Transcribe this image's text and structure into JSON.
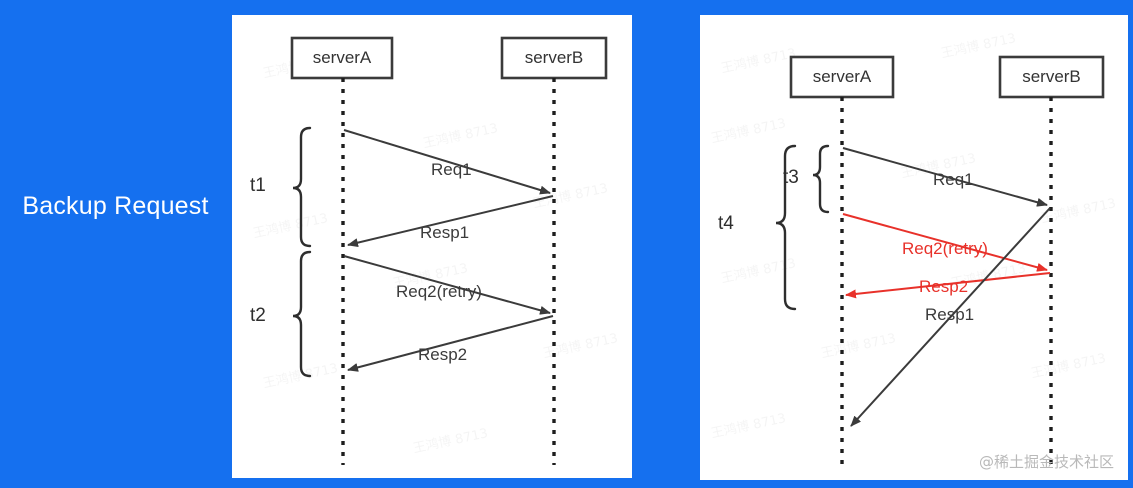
{
  "slide": {
    "title": "Backup Request",
    "background_color": "#1570EF",
    "panel_color": "#ffffff",
    "accent_red": "#e8312a",
    "line_color": "#3b3b3b"
  },
  "watermark": {
    "credit": "@稀土掘金技术社区",
    "tile_text": "王鸿博 8713"
  },
  "left_diagram": {
    "name": "normal-retry-sequence",
    "participants": [
      {
        "label": "serverA"
      },
      {
        "label": "serverB"
      }
    ],
    "time_brackets": [
      {
        "label": "t1"
      },
      {
        "label": "t2"
      }
    ],
    "messages": [
      {
        "label": "Req1",
        "color": "#3b3b3b",
        "direction": "a-to-b"
      },
      {
        "label": "Resp1",
        "color": "#3b3b3b",
        "direction": "b-to-a"
      },
      {
        "label": "Req2(retry)",
        "color": "#3b3b3b",
        "direction": "a-to-b"
      },
      {
        "label": "Resp2",
        "color": "#3b3b3b",
        "direction": "b-to-a"
      }
    ]
  },
  "right_diagram": {
    "name": "backup-request-sequence",
    "participants": [
      {
        "label": "serverA"
      },
      {
        "label": "serverB"
      }
    ],
    "time_brackets": [
      {
        "label": "t3"
      },
      {
        "label": "t4"
      }
    ],
    "messages": [
      {
        "label": "Req1",
        "color": "#3b3b3b",
        "direction": "a-to-b"
      },
      {
        "label": "Req2(retry)",
        "color": "#e8312a",
        "direction": "a-to-b"
      },
      {
        "label": "Resp2",
        "color": "#e8312a",
        "direction": "b-to-a"
      },
      {
        "label": "Resp1",
        "color": "#3b3b3b",
        "direction": "b-to-a"
      }
    ]
  }
}
